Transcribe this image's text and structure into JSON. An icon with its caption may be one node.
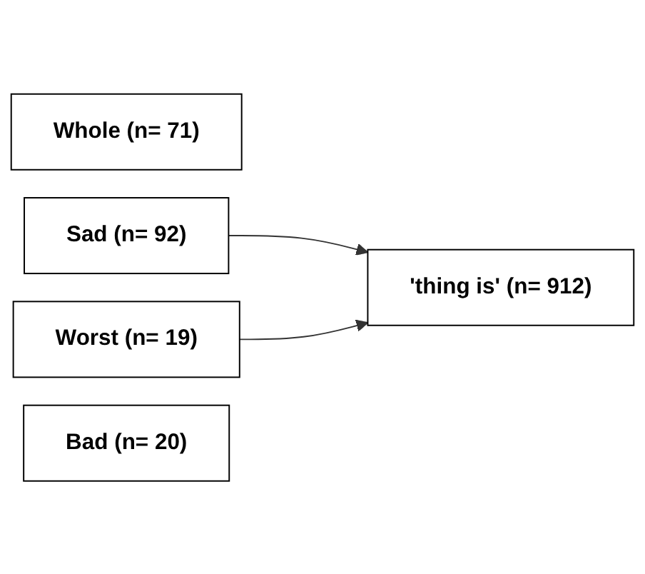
{
  "diagram": {
    "nodes": [
      {
        "text": [
          "Whole (n= 71)"
        ]
      },
      {
        "text": [
          "Sad (n= 92)"
        ]
      },
      {
        "text": [
          "Worst (n= 19)"
        ]
      },
      {
        "text": [
          "Bad (n= 20)"
        ]
      },
      {
        "text": [
          "'thing is' (n= 912)"
        ]
      }
    ],
    "edges": [
      {
        "from": 1,
        "to": 4,
        "arrow": "to"
      },
      {
        "from": 2,
        "to": 4,
        "arrow": "to"
      }
    ]
  }
}
